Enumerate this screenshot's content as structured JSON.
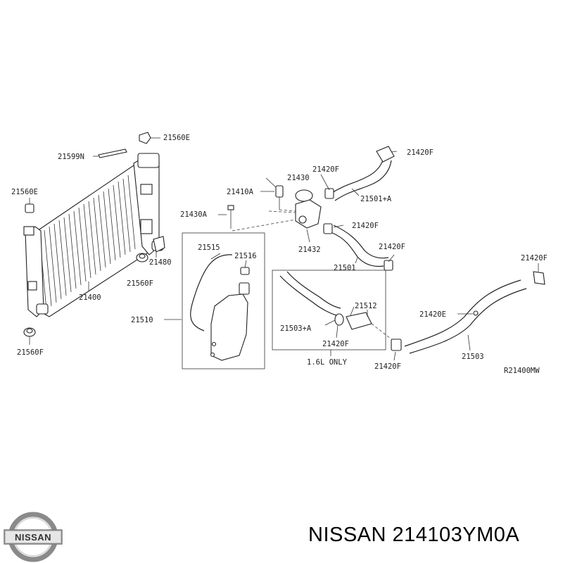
{
  "labels": {
    "p21560E_top": "21560E",
    "p21599N": "21599N",
    "p21560E_left": "21560E",
    "p21430A": "21430A",
    "p21410A": "21410A",
    "p21430": "21430",
    "p21420F_a": "21420F",
    "p21420F_b": "21420F",
    "p21501A": "21501+A",
    "p21420F_c": "21420F",
    "p21432": "21432",
    "p21420F_d": "21420F",
    "p21501": "21501",
    "p21420F_e": "21420F",
    "p21515": "21515",
    "p21516": "21516",
    "p21480": "21480",
    "p21560F_mid": "21560F",
    "p21400": "21400",
    "p21510": "21510",
    "p21512": "21512",
    "p21503A": "21503+A",
    "p21420F_f": "21420F",
    "p21420E": "21420E",
    "p21503": "21503",
    "p21420F_g": "21420F",
    "p21560F_bot": "21560F",
    "note_16L": "1.6L ONLY",
    "diagram_ref": "R21400MW"
  },
  "brand": {
    "logo_text": "NISSAN",
    "part_number_text": "NISSAN 214103YM0A"
  }
}
